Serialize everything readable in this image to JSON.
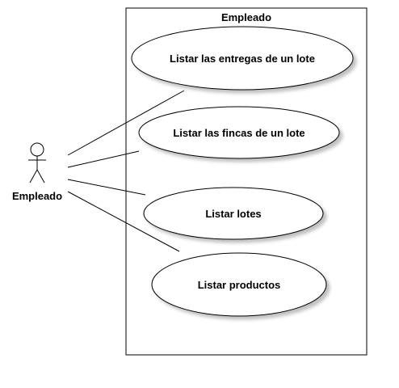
{
  "system": {
    "title": "Empleado"
  },
  "actor": {
    "name": "Empleado"
  },
  "use_cases": [
    {
      "label": "Listar las entregas de un lote"
    },
    {
      "label": "Listar las fincas de un lote"
    },
    {
      "label": "Listar lotes"
    },
    {
      "label": "Listar productos"
    }
  ]
}
